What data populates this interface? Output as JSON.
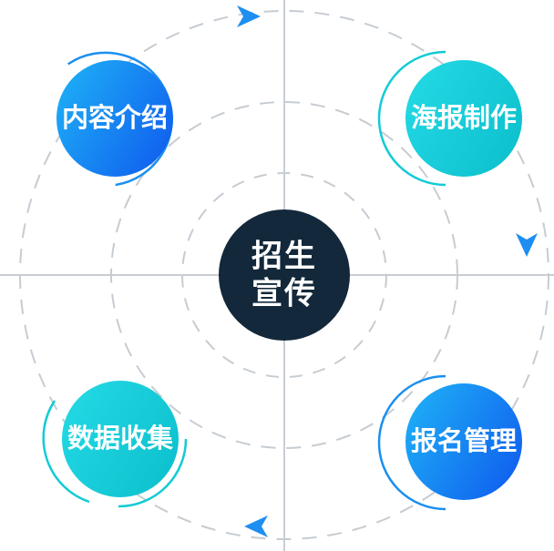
{
  "center": {
    "line1": "招生",
    "line2": "宣传"
  },
  "steps": [
    {
      "label": "内容介绍",
      "position": "top-left",
      "style": "blue"
    },
    {
      "label": "海报制作",
      "position": "top-right",
      "style": "teal"
    },
    {
      "label": "报名管理",
      "position": "bottom-right",
      "style": "blue"
    },
    {
      "label": "数据收集",
      "position": "bottom-left",
      "style": "teal"
    }
  ],
  "colors": {
    "center_fill": "#13283a",
    "blue_start": "#1fb4f7",
    "blue_end": "#1166ef",
    "teal_start": "#1ed6e3",
    "teal_end": "#12c6d0",
    "arrow": "#1f8cf0",
    "dashed_ring": "#c3c9d0",
    "axis": "#c2c8ce"
  },
  "arrow_direction": "clockwise"
}
